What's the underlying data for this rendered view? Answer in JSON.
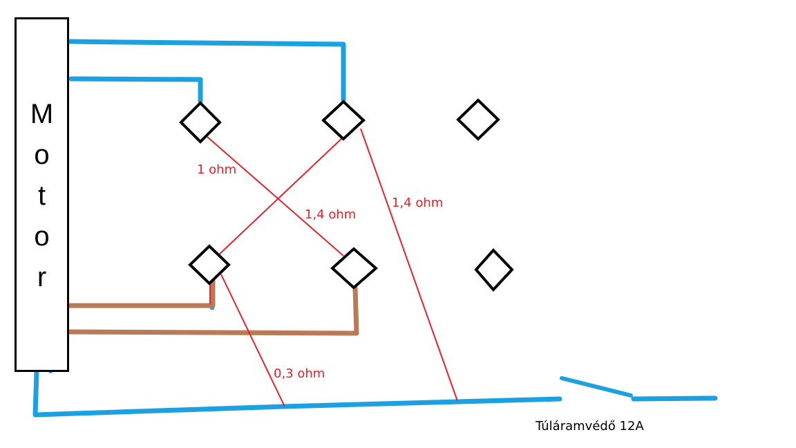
{
  "motor": {
    "letters": [
      "M",
      "o",
      "t",
      "o",
      "r"
    ]
  },
  "labels": {
    "r1": "1 ohm",
    "r2": "1,4 ohm",
    "r3": "1,4 ohm",
    "r4": "0,3 ohm",
    "breaker": "Túláramvédő 12A"
  },
  "colors": {
    "wire_blue": "#1ba1e2",
    "wire_brown": "#b97a57",
    "measurement_red": "#e8202a",
    "outline": "#000000"
  }
}
